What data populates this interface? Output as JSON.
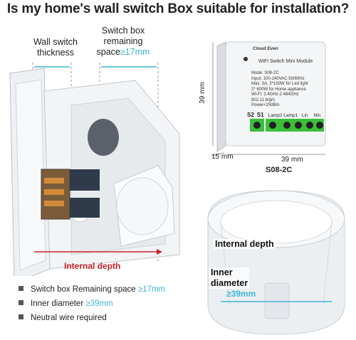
{
  "title": "Is my home's wall switch Box suitable for installation?",
  "left_diagram": {
    "wall_switch_thickness": [
      "Wall switch",
      "thickness"
    ],
    "switch_box_space": [
      "Switch box",
      "remaining"
    ],
    "space_prefix": "space",
    "space_value": "≥17mm",
    "internal_depth": "Internal depth"
  },
  "module": {
    "brand": "Cloud Even",
    "name": "WiFi Switch Mini Module",
    "specs": [
      "Mode: S08-2C",
      "Input: 100-240VAC 50/60Hz",
      "Max: 3A, 2*150W for Led light",
      "2* 600W for Home appliance",
      "Wi-Fi: 2.4GHz-2.484GHz",
      "802.11 b/g/n",
      "Power<20dBm"
    ],
    "terminal_labels": [
      "S2",
      "S1",
      "Lamp2",
      "Lamp1",
      "Lin",
      "Nin"
    ],
    "height_dim": "39 mm",
    "depth_dim": "15 mm",
    "width_dim": "39 mm",
    "model": "S08-2C"
  },
  "right_diagram": {
    "internal_depth": "Internal depth",
    "inner_diameter": [
      "Inner",
      "diameter"
    ],
    "diameter_value": "≥39mm"
  },
  "bullets": [
    {
      "text": "Switch box Remaining space ",
      "value": "≥17mm"
    },
    {
      "text": "Inner diameter ",
      "value": "≥39mm"
    },
    {
      "text": "Neutral wire required",
      "value": ""
    }
  ],
  "colors": {
    "accent": "#3fb6d6",
    "red": "#c8242a",
    "terminal_green": "#3bbf3b"
  }
}
